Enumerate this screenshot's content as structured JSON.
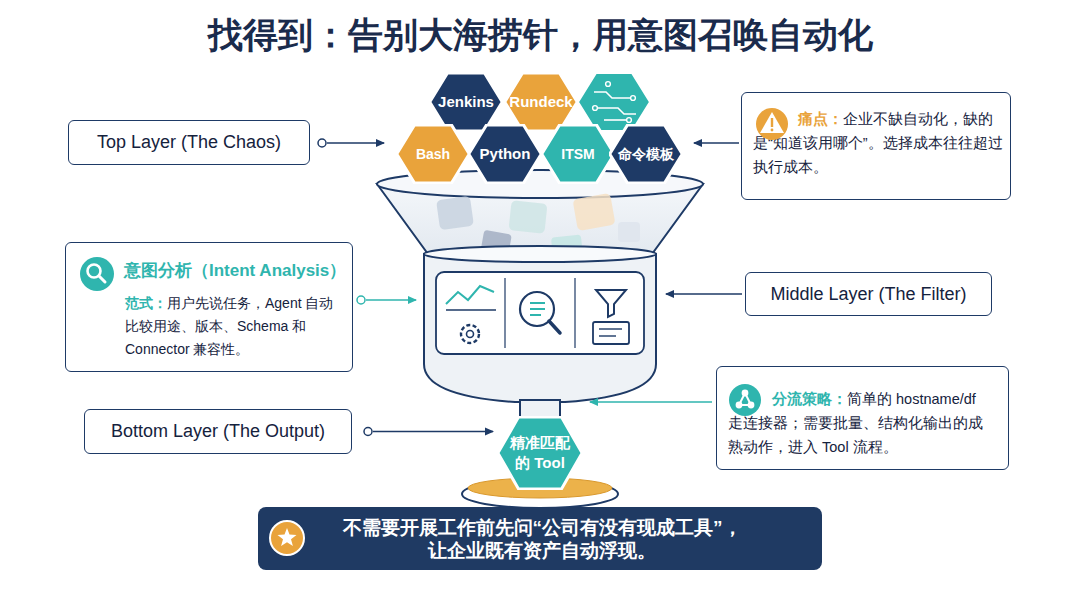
{
  "diagram": {
    "title": "找得到：告别大海捞针，用意图召唤自动化",
    "nodes": [
      {
        "text": [
          "Top Layer (The Chaos)"
        ]
      },
      {
        "text": [
          "Jenkins"
        ]
      },
      {
        "text": [
          "Rundeck"
        ]
      },
      {
        "text": [
          "Bash"
        ]
      },
      {
        "text": [
          "Python"
        ]
      },
      {
        "text": [
          "ITSM"
        ]
      },
      {
        "text": [
          "命令模板"
        ]
      },
      {
        "text": [
          "痛点：",
          "企业不缺自动化，缺的是“知道该用哪个”。选择成本往往超过执行成本。"
        ]
      },
      {
        "text": [
          "意图分析（Intent Analysis）",
          "范式：",
          "用户先说任务，Agent 自动比较用途、版本、Schema 和 Connector 兼容性。"
        ]
      },
      {
        "text": [
          "Middle Layer (The Filter)"
        ]
      },
      {
        "text": [
          "Bottom Layer (The Output)"
        ]
      },
      {
        "text": [
          "分流策略：",
          "简单的 hostname/df 走连接器；需要批量、结构化输出的成熟动作，进入 Tool 流程。"
        ]
      },
      {
        "text": [
          "精准匹配的 Tool"
        ]
      },
      {
        "text": [
          "不需要开展工作前先问“公司有没有现成工具”，让企业既有资产自动浮现。"
        ]
      }
    ],
    "edges": [
      {
        "from": 10,
        "to": 12,
        "arrow": "to"
      }
    ]
  }
}
